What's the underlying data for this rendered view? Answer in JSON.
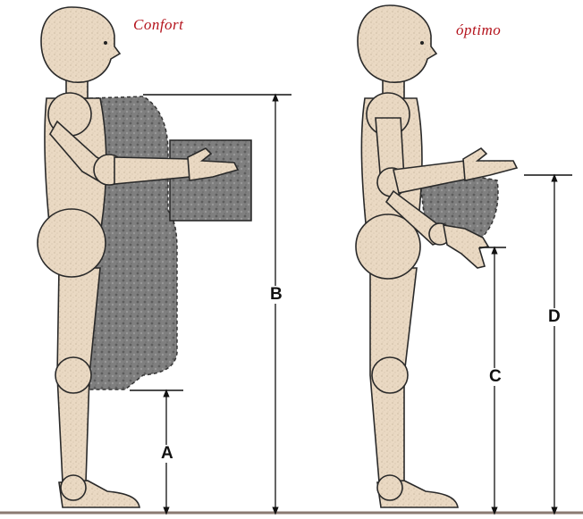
{
  "titles": {
    "left": "Confort",
    "right": "óptimo"
  },
  "labels": {
    "a": "A",
    "b": "B",
    "c": "C",
    "d": "D"
  },
  "colors": {
    "skin": "#e9d8c2",
    "outline": "#2a2a2a",
    "zone": "#7d7d7d",
    "title": "#b4131c",
    "floor": "#8a7a72"
  }
}
